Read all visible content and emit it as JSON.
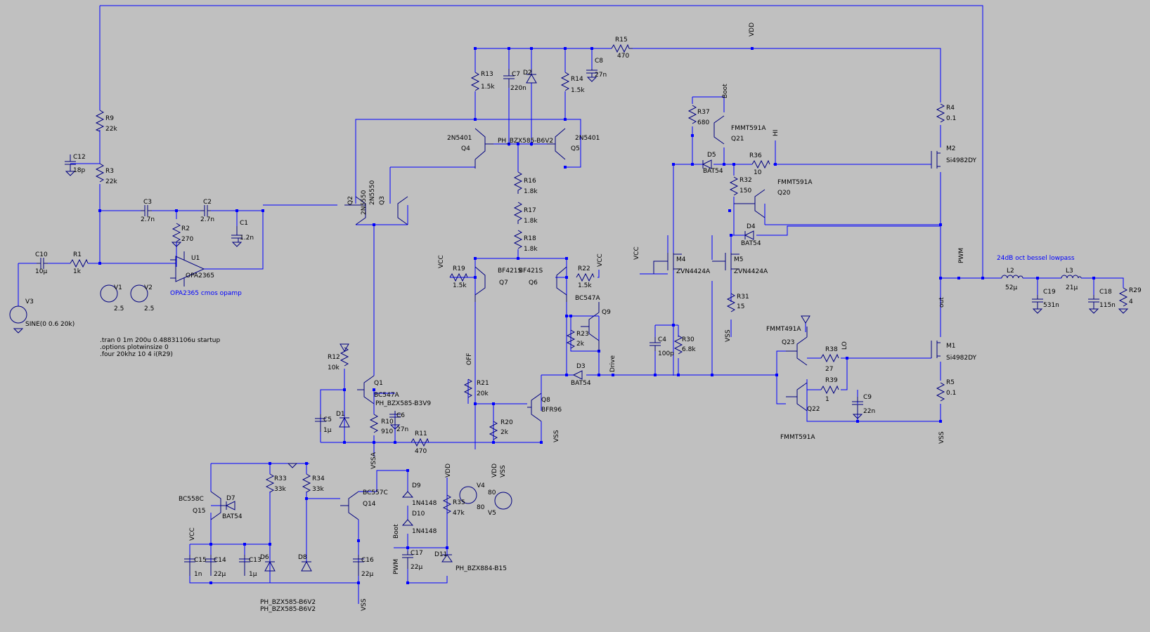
{
  "directives": [
    ".tran 0 1m 200u 0.48831106u startup",
    ".options plotwinsize 0",
    ".four 20khz 10 4 i(R29)"
  ],
  "comments": {
    "opamp_note": "OPA2365 cmos opamp",
    "filter_note": "24dB oct bessel lowpass"
  },
  "components": [
    {
      "ref": "R15",
      "value": "470"
    },
    {
      "ref": "C8",
      "value": "27n"
    },
    {
      "ref": "R13",
      "value": "1.5k"
    },
    {
      "ref": "C7",
      "value": "220n"
    },
    {
      "ref": "D2",
      "value": ""
    },
    {
      "ref": "R14",
      "value": "1.5k"
    },
    {
      "ref": "Q4",
      "value": "2N5401"
    },
    {
      "ref": "Q5",
      "value": "2N5401"
    },
    {
      "ref": "D2model",
      "value": "PH_BZX585-B6V2"
    },
    {
      "ref": "R9",
      "value": "22k"
    },
    {
      "ref": "C12",
      "value": "18p"
    },
    {
      "ref": "R3",
      "value": "22k"
    },
    {
      "ref": "C3",
      "value": "2.7n"
    },
    {
      "ref": "C2",
      "value": "2.7n"
    },
    {
      "ref": "R2",
      "value": "270"
    },
    {
      "ref": "C1",
      "value": "1.2n"
    },
    {
      "ref": "Q2",
      "value": "2N5550"
    },
    {
      "ref": "Q3",
      "value": "2N5550"
    },
    {
      "ref": "R16",
      "value": "1.8k"
    },
    {
      "ref": "R17",
      "value": "1.8k"
    },
    {
      "ref": "R18",
      "value": "1.8k"
    },
    {
      "ref": "C10",
      "value": "10µ"
    },
    {
      "ref": "R1",
      "value": "1k"
    },
    {
      "ref": "U1",
      "value": "OPA2365"
    },
    {
      "ref": "V1",
      "value": "2.5"
    },
    {
      "ref": "V2",
      "value": "2.5"
    },
    {
      "ref": "V3",
      "value": "SINE(0 0.6 20k)"
    },
    {
      "ref": "R19",
      "value": "1.5k"
    },
    {
      "ref": "Q7",
      "value": "BF421S"
    },
    {
      "ref": "Q6",
      "value": "BF421S"
    },
    {
      "ref": "R22",
      "value": "1.5k"
    },
    {
      "ref": "Q9",
      "value": "BC547A"
    },
    {
      "ref": "R23",
      "value": "2k"
    },
    {
      "ref": "D3",
      "value": "BAT54"
    },
    {
      "ref": "R12",
      "value": "10k"
    },
    {
      "ref": "Q1",
      "value": "BC547A"
    },
    {
      "ref": "D1",
      "value": "PH_BZX585-B3V9"
    },
    {
      "ref": "C5",
      "value": "1µ"
    },
    {
      "ref": "R10",
      "value": "910"
    },
    {
      "ref": "C6",
      "value": "27n"
    },
    {
      "ref": "R11",
      "value": "470"
    },
    {
      "ref": "R21",
      "value": "20k"
    },
    {
      "ref": "R20",
      "value": "2k"
    },
    {
      "ref": "Q8",
      "value": "BFR96"
    },
    {
      "ref": "R37",
      "value": "680"
    },
    {
      "ref": "Q21",
      "value": "FMMT591A"
    },
    {
      "ref": "D5",
      "value": "BAT54"
    },
    {
      "ref": "R36",
      "value": "10"
    },
    {
      "ref": "R32",
      "value": "150"
    },
    {
      "ref": "Q20",
      "value": "FMMT591A"
    },
    {
      "ref": "D4",
      "value": "BAT54"
    },
    {
      "ref": "M4",
      "value": "ZVN4424A"
    },
    {
      "ref": "M5",
      "value": "ZVN4424A"
    },
    {
      "ref": "R31",
      "value": "15"
    },
    {
      "ref": "C4",
      "value": "100p"
    },
    {
      "ref": "R30",
      "value": "6.8k"
    },
    {
      "ref": "Q23",
      "value": "FMMT491A"
    },
    {
      "ref": "R38",
      "value": "27"
    },
    {
      "ref": "R39",
      "value": "1"
    },
    {
      "ref": "Q22",
      "value": "FMMT591A"
    },
    {
      "ref": "C9",
      "value": "22n"
    },
    {
      "ref": "R4",
      "value": "0.1"
    },
    {
      "ref": "M2",
      "value": "Si4982DY"
    },
    {
      "ref": "M1",
      "value": "Si4982DY"
    },
    {
      "ref": "R5",
      "value": "0.1"
    },
    {
      "ref": "L2",
      "value": "52µ"
    },
    {
      "ref": "C19",
      "value": "531n"
    },
    {
      "ref": "L3",
      "value": "21µ"
    },
    {
      "ref": "C18",
      "value": "115n"
    },
    {
      "ref": "R29",
      "value": "4"
    },
    {
      "ref": "Q15",
      "value": "BC558C"
    },
    {
      "ref": "R33",
      "value": "33k"
    },
    {
      "ref": "R34",
      "value": "33k"
    },
    {
      "ref": "Q14",
      "value": "BC557C"
    },
    {
      "ref": "D7",
      "value": "BAT54"
    },
    {
      "ref": "C15",
      "value": "1n"
    },
    {
      "ref": "C14",
      "value": "22µ"
    },
    {
      "ref": "C13",
      "value": "1µ"
    },
    {
      "ref": "D6",
      "value": ""
    },
    {
      "ref": "D8",
      "value": ""
    },
    {
      "ref": "C16",
      "value": "22µ"
    },
    {
      "ref": "D9",
      "value": "1N4148"
    },
    {
      "ref": "D10",
      "value": "1N4148"
    },
    {
      "ref": "C17",
      "value": "22µ"
    },
    {
      "ref": "D11",
      "value": "PH_BZX884-B15"
    },
    {
      "ref": "R35",
      "value": "47k"
    },
    {
      "ref": "V4",
      "value": "80"
    },
    {
      "ref": "V5",
      "value": "80"
    }
  ],
  "nets": [
    "VDD",
    "VSS",
    "VCC",
    "VSSA",
    "Boot",
    "HI",
    "LO",
    "PWM",
    "out",
    "Drive",
    "OFF"
  ],
  "zener_models": [
    "PH_BZX585-B6V2",
    "PH_BZX585-B6V2"
  ]
}
